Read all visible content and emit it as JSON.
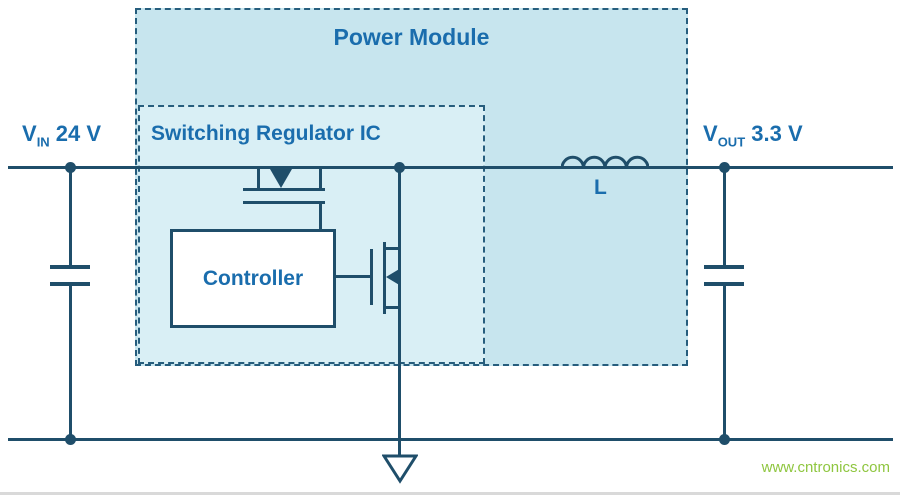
{
  "labels": {
    "power_module": "Power Module",
    "switching_regulator": "Switching Regulator IC",
    "controller": "Controller",
    "inductor": "L",
    "vin_symbol": "V",
    "vin_sub": "IN",
    "vin_value": " 24 V",
    "vout_symbol": "V",
    "vout_sub": "OUT",
    "vout_value": " 3.3 V",
    "watermark": "www.cntronics.com"
  },
  "colors": {
    "line": "#1f4e6a",
    "label-text": "#1a6dad",
    "box-border": "#265d7d",
    "module-fill": "#c7e5ee",
    "ic-fill": "#d9eff5",
    "watermark": "#8fc640",
    "background": "#ffffff"
  }
}
